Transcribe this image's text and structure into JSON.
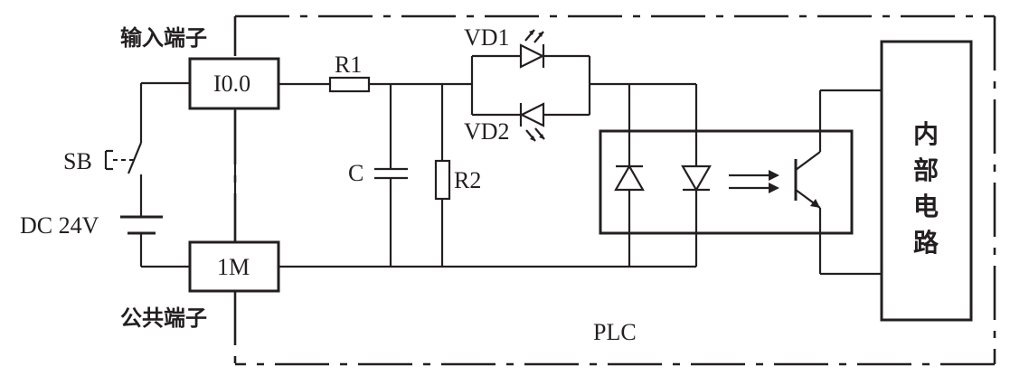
{
  "labels": {
    "input_terminal": "输入端子",
    "common_terminal": "公共端子",
    "terminal_i00": "I0.0",
    "terminal_1m": "1M",
    "r1": "R1",
    "r2": "R2",
    "c": "C",
    "vd1": "VD1",
    "vd2": "VD2",
    "sb": "SB",
    "dc": "DC 24V",
    "plc": "PLC",
    "internal_circuit": [
      "内",
      "部",
      "电",
      "路"
    ]
  }
}
